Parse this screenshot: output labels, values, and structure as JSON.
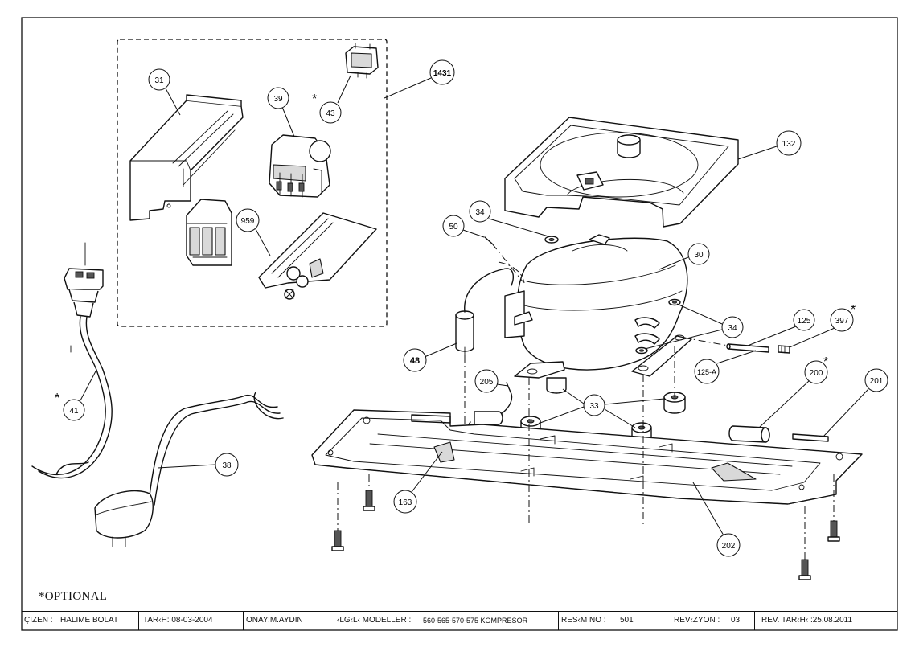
{
  "optional_note": "*OPTIONAL",
  "optional_marker": "*",
  "callouts": {
    "c31": "31",
    "c39": "39",
    "c43": "43",
    "c1431": "1431",
    "c959": "959",
    "c132": "132",
    "c34a": "34",
    "c50": "50",
    "c30": "30",
    "c34b": "34",
    "c125": "125",
    "c397": "397",
    "c125a": "125-A",
    "c48": "48",
    "c205": "205",
    "c33": "33",
    "c200": "200",
    "c201": "201",
    "c41": "41",
    "c38": "38",
    "c163": "163",
    "c202": "202"
  },
  "title_block": {
    "cizen_label": "ÇIZEN :",
    "cizen_value": "HALIME BOLAT",
    "tarih": "TAR‹H: 08-03-2004",
    "onay": "ONAY:M.AYDIN",
    "modeller_label": "‹LG‹L‹ MODELLER :",
    "modeller_value": "560-565-570-575 KOMPRESÖR",
    "resim_label": "RES‹M NO :",
    "resim_value": "501",
    "revizyon_label": "REV‹ZYON :",
    "revizyon_value": "03",
    "rev_tarih": "REV. TAR‹H‹ :25.08.2011"
  }
}
